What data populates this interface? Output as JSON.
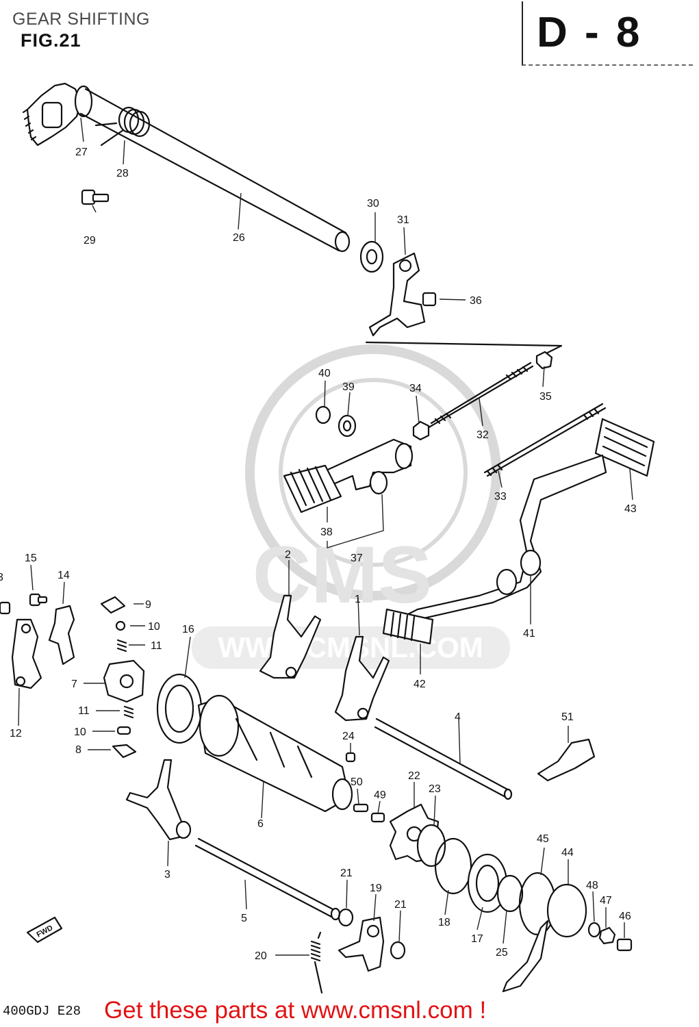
{
  "header": {
    "title": "GEAR SHIFTING",
    "figure": "FIG.21",
    "page_code": "D - 8"
  },
  "footer": {
    "model_code": "400GDJ  E28",
    "promo_text": "Get these parts at www.cmsnl.com !"
  },
  "watermark": {
    "brand": "CMS",
    "url": "WWW.CMSNL.COM"
  },
  "callouts": {
    "p2": "2",
    "p1": "1",
    "p3a": "3",
    "p3b": "3",
    "p4": "4",
    "p5": "5",
    "p6": "6",
    "p7": "7",
    "p8": "8",
    "p9": "9",
    "p10a": "10",
    "p10b": "10",
    "p11a": "11",
    "p11b": "11",
    "p12": "12",
    "p14": "14",
    "p15": "15",
    "p16": "16",
    "p17": "17",
    "p18": "18",
    "p19": "19",
    "p20": "20",
    "p21a": "21",
    "p21b": "21",
    "p22": "22",
    "p23": "23",
    "p24": "24",
    "p25": "25",
    "p26": "26",
    "p27": "27",
    "p28": "28",
    "p29": "29",
    "p30": "30",
    "p31": "31",
    "p32": "32",
    "p33": "33",
    "p34": "34",
    "p35": "35",
    "p36": "36",
    "p37": "37",
    "p38": "38",
    "p39": "39",
    "p40": "40",
    "p41": "41",
    "p42": "42",
    "p43": "43",
    "p44": "44",
    "p45": "45",
    "p46": "46",
    "p47": "47",
    "p48": "48",
    "p49": "49",
    "p50": "50",
    "p51": "51"
  },
  "fwd_marker": "FWD"
}
